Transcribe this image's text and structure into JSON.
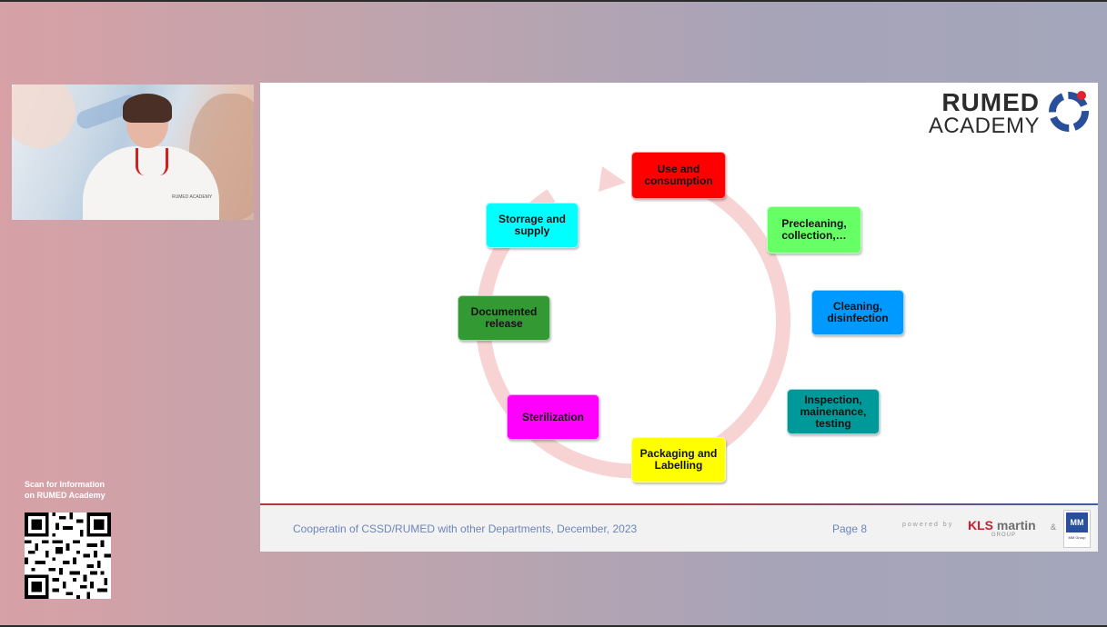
{
  "video": {
    "badge_text": "RUMED ACADEMY"
  },
  "qr": {
    "label": "Scan for Information\non RUMED Academy"
  },
  "slide": {
    "logo": {
      "line1": "RUMED",
      "line2": "ACADEMY"
    },
    "cycle_steps": [
      {
        "label": "Use and\nconsumption",
        "color": "#ff0000"
      },
      {
        "label": "Precleaning,\ncollection,…",
        "color": "#66ff66"
      },
      {
        "label": "Cleaning,\ndisinfection",
        "color": "#0099ff"
      },
      {
        "label": "Inspection,\nmainenance,\ntesting",
        "color": "#009999"
      },
      {
        "label": "Packaging and\nLabelling",
        "color": "#ffff00"
      },
      {
        "label": "Sterilization",
        "color": "#ff00ff"
      },
      {
        "label": "Documented\nrelease",
        "color": "#339933"
      },
      {
        "label": "Storrage and\nsupply",
        "color": "#00ffff"
      }
    ],
    "footer": {
      "title": "Cooperatin of CSSD/RUMED with other Departments, December, 2023",
      "page": "Page 8",
      "powered_by": "powered by",
      "kls_prefix": "KLS",
      "kls_name": "martin",
      "kls_group": "GROUP",
      "amp": "&",
      "mm_mark": "MM",
      "mm_text": "MM Group"
    }
  },
  "colors": {
    "ring": "#f7d3d3",
    "footer_text": "#6d86b8",
    "kls_red": "#c8202f"
  }
}
